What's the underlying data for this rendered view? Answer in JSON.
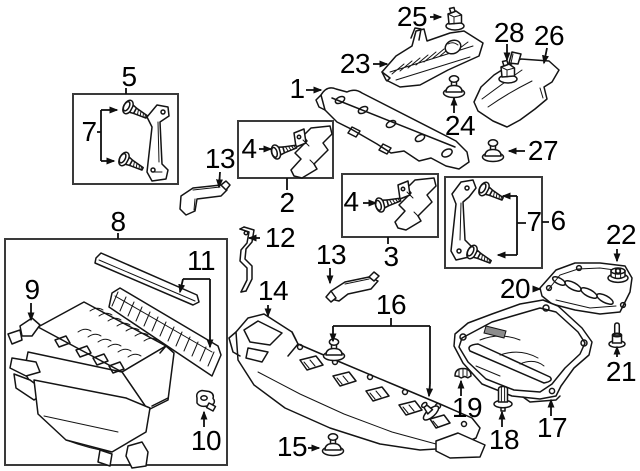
{
  "colors": {
    "background": "#ffffff",
    "line": "#141414",
    "box_border": "#3a3a3a"
  },
  "callouts": [
    {
      "id": "5",
      "label": "5"
    },
    {
      "id": "7-upper",
      "label": "7"
    },
    {
      "id": "1",
      "label": "1"
    },
    {
      "id": "25",
      "label": "25"
    },
    {
      "id": "23",
      "label": "23"
    },
    {
      "id": "28",
      "label": "28"
    },
    {
      "id": "26",
      "label": "26"
    },
    {
      "id": "24",
      "label": "24"
    },
    {
      "id": "27",
      "label": "27"
    },
    {
      "id": "13-upper",
      "label": "13"
    },
    {
      "id": "4-left",
      "label": "4"
    },
    {
      "id": "2",
      "label": "2"
    },
    {
      "id": "4-right",
      "label": "4"
    },
    {
      "id": "3",
      "label": "3"
    },
    {
      "id": "7-right",
      "label": "7"
    },
    {
      "id": "6",
      "label": "6"
    },
    {
      "id": "22",
      "label": "22"
    },
    {
      "id": "8",
      "label": "8"
    },
    {
      "id": "12",
      "label": "12"
    },
    {
      "id": "9",
      "label": "9"
    },
    {
      "id": "11",
      "label": "11"
    },
    {
      "id": "14",
      "label": "14"
    },
    {
      "id": "13-lower",
      "label": "13"
    },
    {
      "id": "16",
      "label": "16"
    },
    {
      "id": "10",
      "label": "10"
    },
    {
      "id": "15",
      "label": "15"
    },
    {
      "id": "19",
      "label": "19"
    },
    {
      "id": "18",
      "label": "18"
    },
    {
      "id": "17",
      "label": "17"
    },
    {
      "id": "20",
      "label": "20"
    },
    {
      "id": "21",
      "label": "21"
    }
  ]
}
